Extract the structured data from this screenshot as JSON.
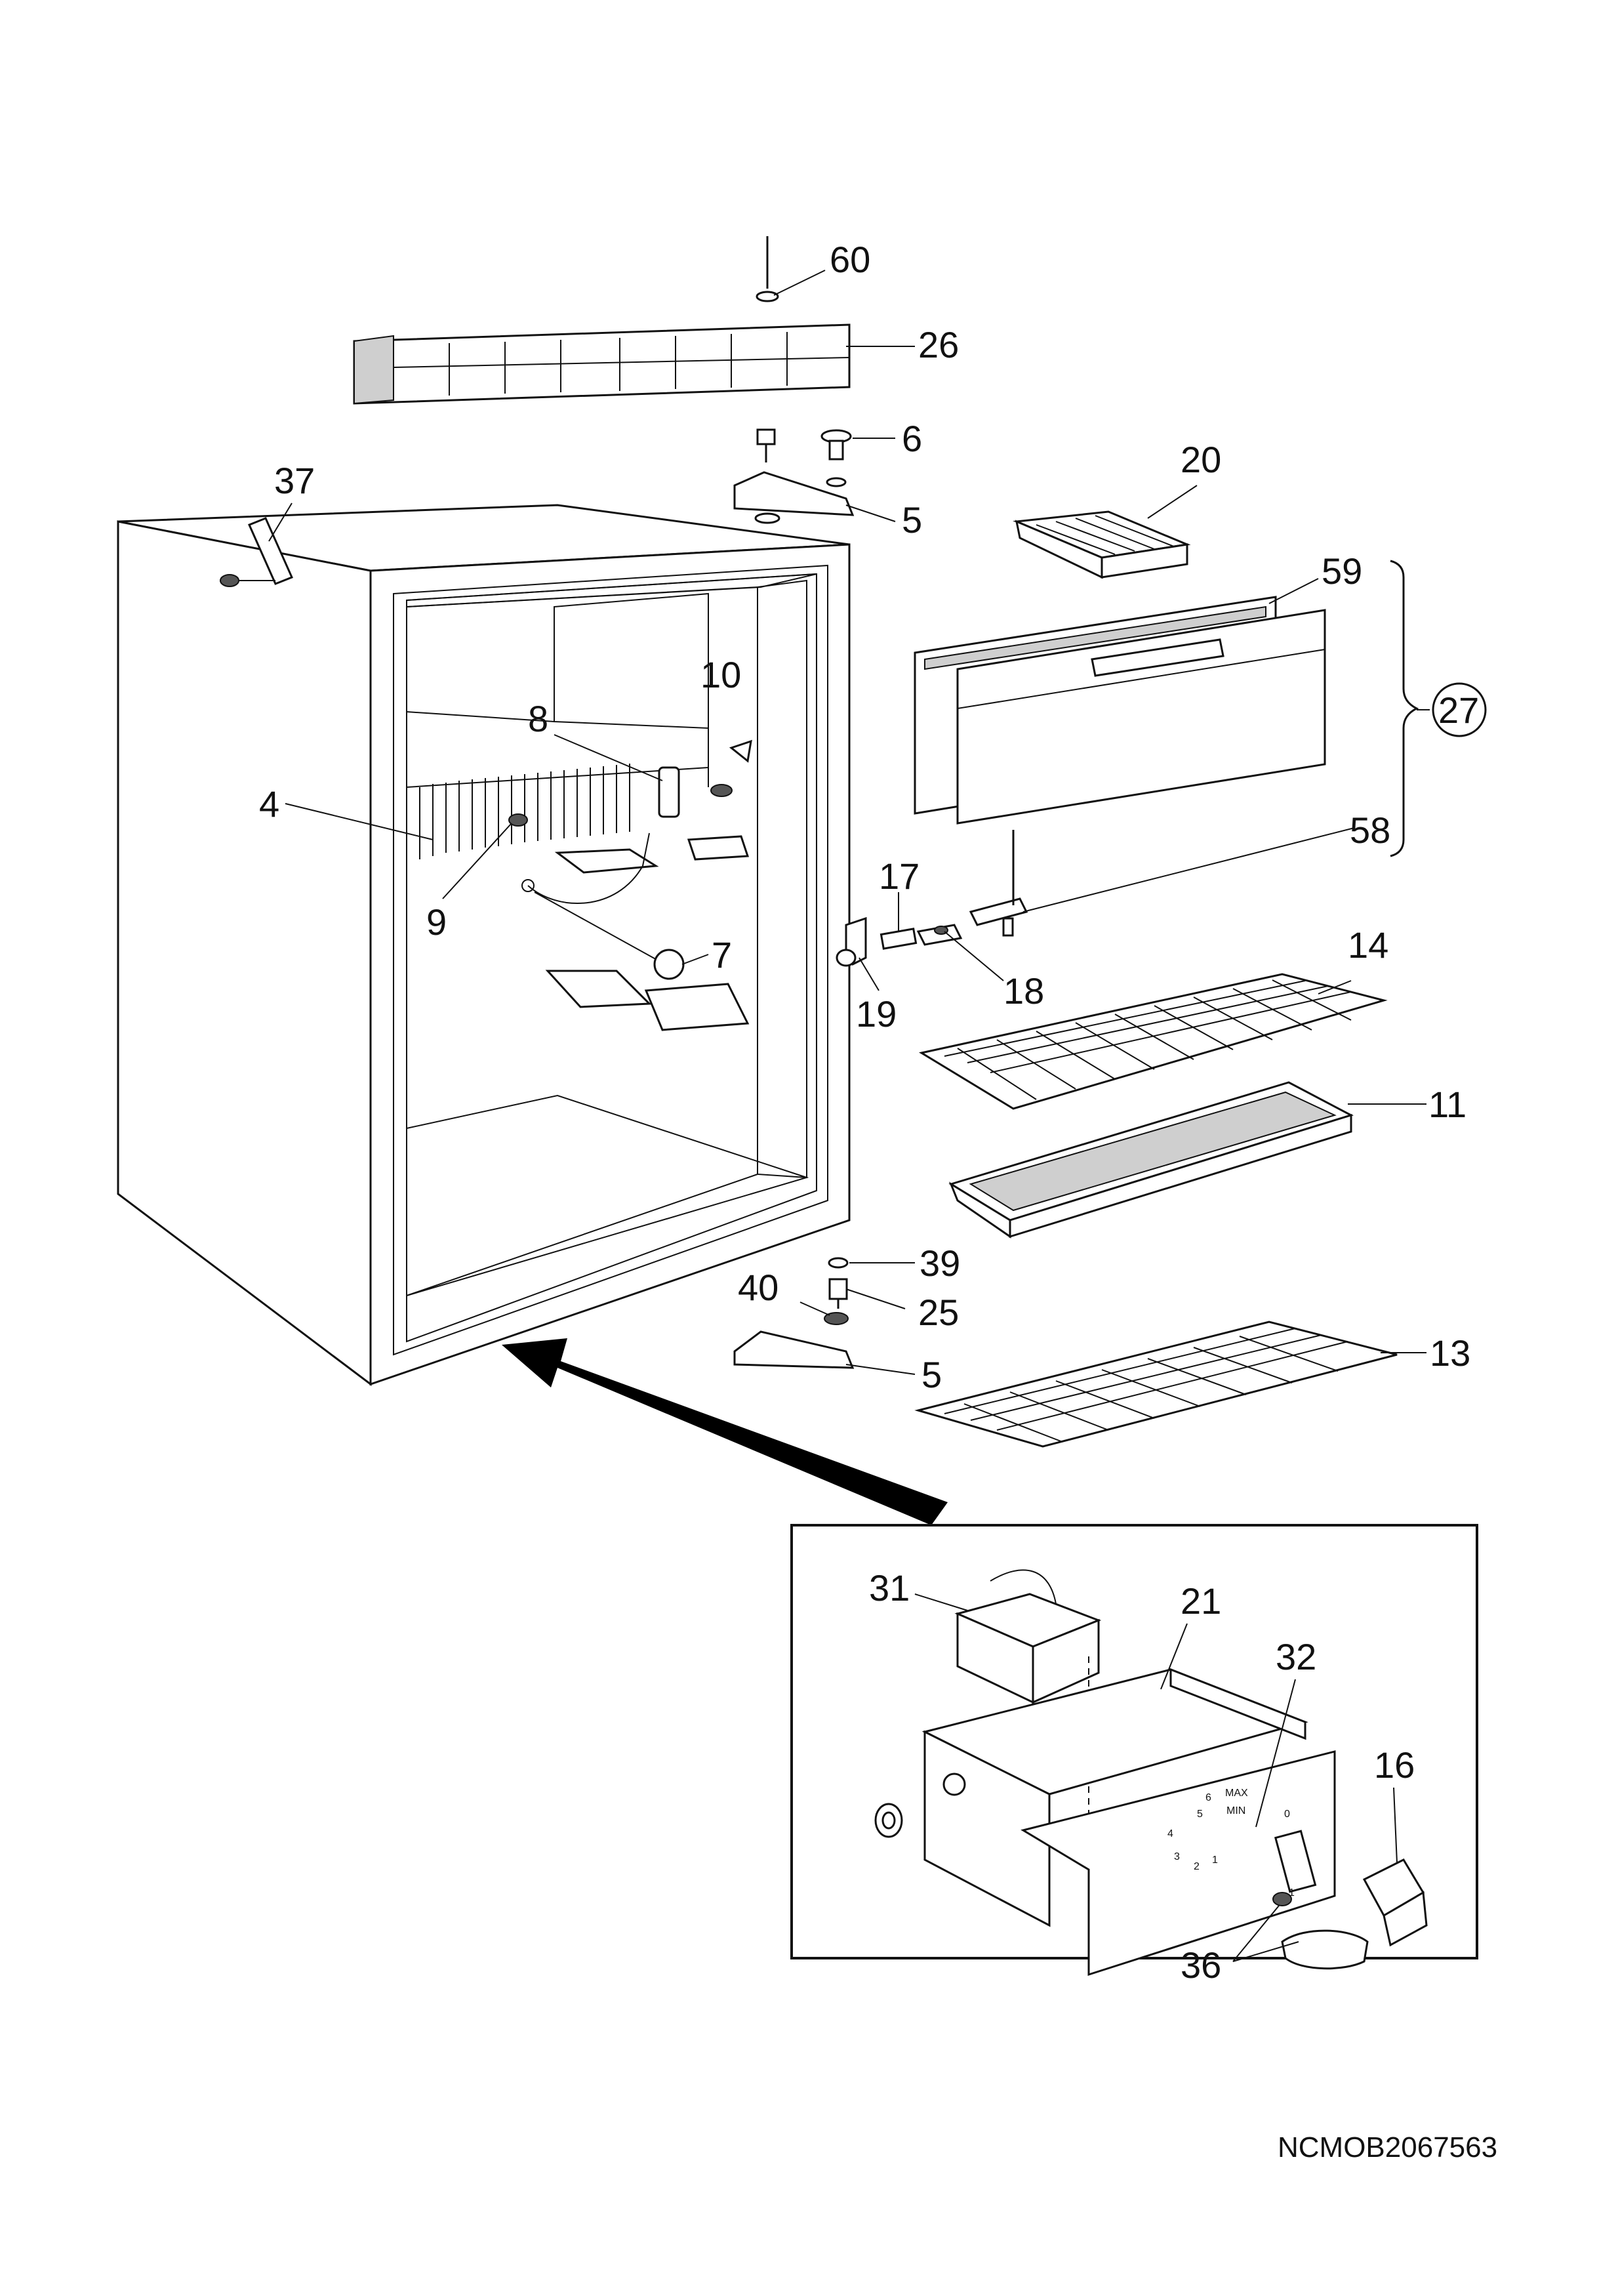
{
  "drawing_code": "NCMOB2067563",
  "callouts": {
    "c60": "60",
    "c26": "26",
    "c6": "6",
    "c37": "37",
    "c5a": "5",
    "c20": "20",
    "c59": "59",
    "c10": "10",
    "c8": "8",
    "c27": "27",
    "c4": "4",
    "c58": "58",
    "c9": "9",
    "c17": "17",
    "c7": "7",
    "c18": "18",
    "c19": "19",
    "c14": "14",
    "c11": "11",
    "c39": "39",
    "c40": "40",
    "c25": "25",
    "c5b": "5",
    "c13": "13",
    "c31": "31",
    "c21": "21",
    "c32": "32",
    "c16": "16",
    "c36": "36"
  },
  "detail_panel": {
    "max_label": "MAX",
    "min_label": "MIN",
    "dial_digits": [
      "6",
      "5",
      "4",
      "3",
      "2",
      "1"
    ],
    "switch_labels": [
      "0",
      "1"
    ]
  }
}
